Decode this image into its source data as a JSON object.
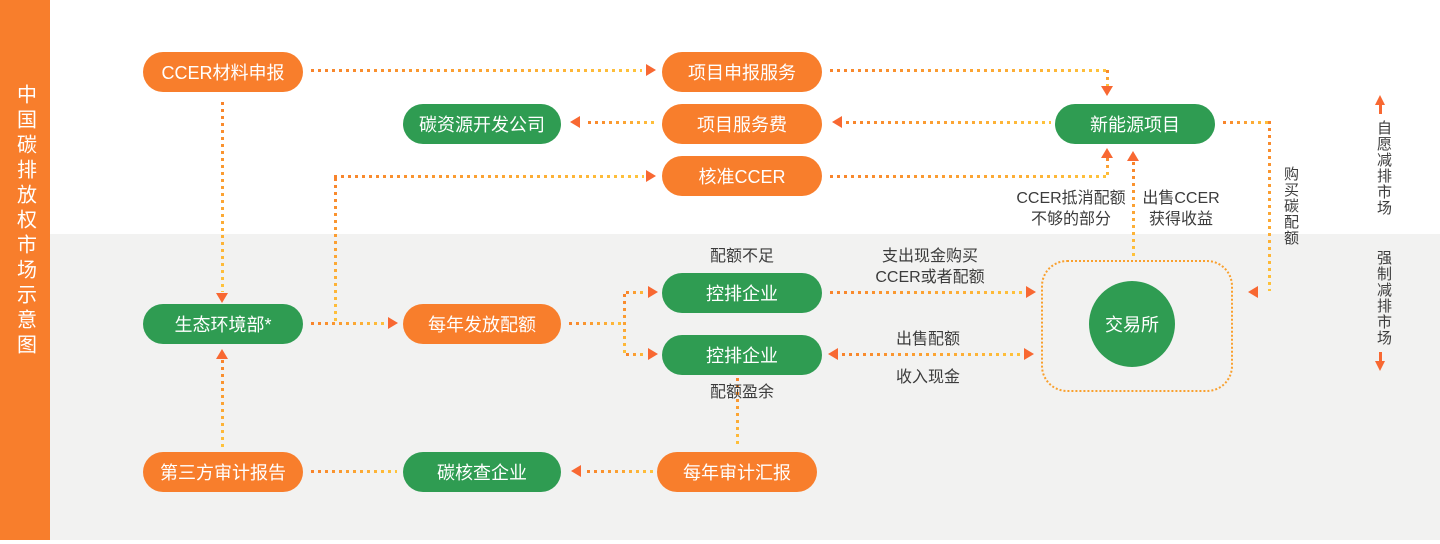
{
  "title": "中国碳排放权市场示意图",
  "zones": {
    "voluntary": "自愿减排市场",
    "mandatory": "强制减排市场"
  },
  "nodes": {
    "ccer_material": "CCER材料申报",
    "project_apply": "项目申报服务",
    "carbon_dev_company": "碳资源开发公司",
    "project_fee": "项目服务费",
    "new_energy": "新能源项目",
    "approved_ccer": "核准CCER",
    "controlled_enterprise_short": "控排企业",
    "ministry": "生态环境部*",
    "annual_quota": "每年发放配额",
    "controlled_enterprise_surplus": "控排企业",
    "exchange": "交易所",
    "third_party_audit": "第三方审计报告",
    "carbon_verification": "碳核查企业",
    "annual_audit_report": "每年审计汇报"
  },
  "labels": {
    "quota_short": "配额不足",
    "quota_surplus": "配额盈余",
    "pay_cash_line1": "支出现金购买",
    "pay_cash_line2": "CCER或者配额",
    "sell_quota": "出售配额",
    "receive_cash": "收入现金",
    "ccer_offset_line1": "CCER抵消配额",
    "ccer_offset_line2": "不够的部分",
    "sell_ccer_line1": "出售CCER",
    "sell_ccer_line2": "获得收益",
    "buy_carbon_quota": "购买碳配额"
  },
  "colors": {
    "orange": "#f87e2c",
    "green": "#2f9c52",
    "arrow": "#f86832",
    "dot_yellow": "#ffc43b",
    "dot_orange": "#f8832b",
    "gray_background": "#f2f2f1",
    "text": "#3c3c3c"
  }
}
